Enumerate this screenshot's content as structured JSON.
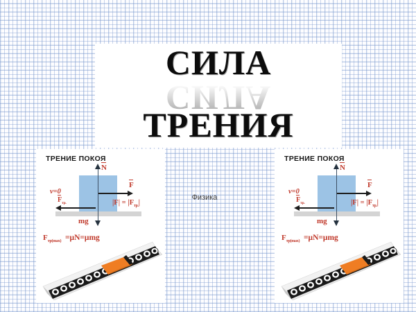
{
  "slide": {
    "title_line_1": "СИЛА",
    "title_line_2": "ТРЕНИЯ",
    "subtitle": "Физика",
    "background_color": "#fdfdff",
    "grid_color": "#7896cd",
    "title_panel_color": "#ffffff",
    "title_text_color": "#0c0c0c"
  },
  "diagram": {
    "heading": "ТРЕНИЕ ПОКОЯ",
    "labels": {
      "normal_force": "N",
      "applied_force": "F",
      "velocity": "v=0",
      "friction_force": "F",
      "friction_subscript": "тр.",
      "weight": "mg",
      "equality": "|F| = |F",
      "equality_sub": "тр.",
      "equality_tail": "|",
      "fmax_symbol": "F",
      "fmax_subscript": "тр(max)",
      "fmax_formula": "=μN=μmg"
    },
    "colors": {
      "block": "#9cc3e5",
      "ground": "#d4d4d4",
      "label_red": "#c0392b",
      "arrow": "#1d1d1d",
      "axis": "#3c4f63",
      "ramp_top": "#e8e8e8",
      "ramp_side": "#1a1a1a",
      "roller": "#ffffff",
      "box_orange": "#ef7d23",
      "box_dark": "#1a1a1a"
    },
    "roller_count": 13
  },
  "diagrams": [
    {
      "id": "diagram-left",
      "position": "left"
    },
    {
      "id": "diagram-right",
      "position": "right"
    }
  ]
}
